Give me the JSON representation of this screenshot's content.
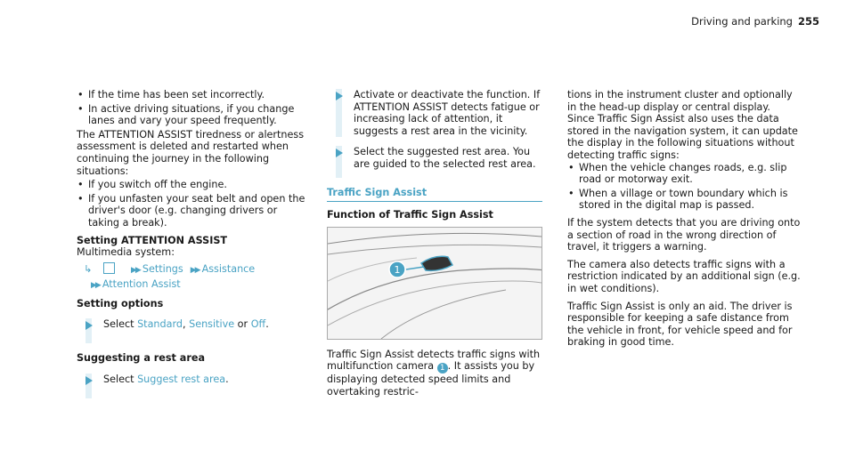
{
  "header": {
    "title": "Driving and parking",
    "page": "255"
  },
  "col1": {
    "intro_bullets": [
      "If the time has been set incorrectly.",
      "In active driving situations, if you change lanes and vary your speed frequently."
    ],
    "para": "The ATTENTION ASSIST tiredness or alertness assessment is deleted and restarted when continuing the journey in the following situations:",
    "bullets2": [
      "If you switch off the engine.",
      "If you unfasten your seat belt and open the driver's door (e.g. changing drivers or taking a break)."
    ],
    "setting_heading": "Setting ATTENTION ASSIST",
    "multimedia": "Multimedia system:",
    "path": {
      "settings": "Settings",
      "assistance": "Assistance",
      "attention": "Attention Assist"
    },
    "options_heading": "Setting options",
    "opt_select": "Select ",
    "opt_standard": "Standard",
    "opt_comma": ", ",
    "opt_sensitive": "Sensitive",
    "opt_or": " or ",
    "opt_off": "Off",
    "opt_end": ".",
    "suggest_heading": "Suggesting a rest area",
    "sug_select": "Select ",
    "sug_link": "Suggest rest area",
    "sug_end": "."
  },
  "col2": {
    "step1": "Activate or deactivate the function. If ATTENTION ASSIST detects fatigue or increasing lack of attention, it suggests a rest area in the vicinity.",
    "step2": "Select the suggested rest area. You are guided to the selected rest area.",
    "section": "Traffic Sign Assist",
    "subheading": "Function of Traffic Sign Assist",
    "callout": "1",
    "caption_a": "Traffic Sign Assist detects traffic signs with multifunction camera ",
    "caption_b": ". It assists you by displaying detected speed limits and overtaking restric-"
  },
  "col3": {
    "para1": "tions in the instrument cluster and optionally in the head-up display or central display.",
    "para2": "Since Traffic Sign Assist also uses the data stored in the navigation system, it can update the display in the following situations without detecting traffic signs:",
    "bullets": [
      "When the vehicle changes roads, e.g. slip road or motorway exit.",
      "When a village or town boundary which is stored in the digital map is passed."
    ],
    "para3": "If the system detects that you are driving onto a section of road in the wrong direction of travel, it triggers a warning.",
    "para4": "The camera also detects traffic signs with a restriction indicated by an additional sign (e.g. in wet conditions).",
    "para5": "Traffic Sign Assist is only an aid. The driver is responsible for keeping a safe distance from the vehicle in front, for vehicle speed and for braking in good time."
  },
  "colors": {
    "accent": "#4aa3c4",
    "text": "#1a1a1a"
  }
}
